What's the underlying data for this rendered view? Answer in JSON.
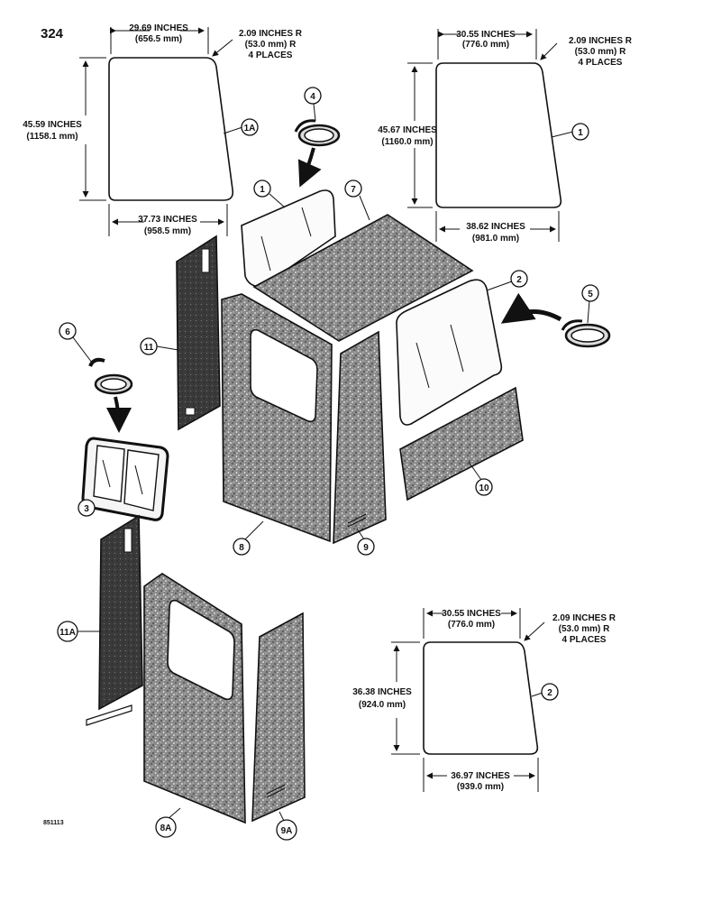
{
  "page_number": "324",
  "figure_code": "851113",
  "glass_1a": {
    "top_width": "29.69 INCHES",
    "top_width_mm": "(656.5 mm)",
    "radius": "2.09 INCHES R",
    "radius_mm": "(53.0 mm) R",
    "places": "4 PLACES",
    "height": "45.59 INCHES",
    "height_mm": "(1158.1 mm)",
    "bottom_width": "37.73 INCHES",
    "bottom_width_mm": "(958.5 mm)",
    "callout": "1A"
  },
  "glass_1": {
    "top_width": "30.55 INCHES",
    "top_width_mm": "(776.0 mm)",
    "radius": "2.09 INCHES R",
    "radius_mm": "(53.0 mm) R",
    "places": "4 PLACES",
    "height": "45.67 INCHES",
    "height_mm": "(1160.0 mm)",
    "bottom_width": "38.62 INCHES",
    "bottom_width_mm": "(981.0 mm)",
    "callout": "1"
  },
  "glass_2": {
    "top_width": "30.55 INCHES",
    "top_width_mm": "(776.0 mm)",
    "radius": "2.09 INCHES R",
    "radius_mm": "(53.0 mm) R",
    "places": "4 PLACES",
    "height": "36.38 INCHES",
    "height_mm": "(924.0 mm)",
    "bottom_width": "36.97 INCHES",
    "bottom_width_mm": "(939.0 mm)",
    "callout": "2"
  },
  "callouts": {
    "c1": "1",
    "c2": "2",
    "c3": "3",
    "c4": "4",
    "c5": "5",
    "c6": "6",
    "c7": "7",
    "c8": "8",
    "c9": "9",
    "c10": "10",
    "c11": "11",
    "c8a": "8A",
    "c9a": "9A",
    "c11a": "11A"
  }
}
